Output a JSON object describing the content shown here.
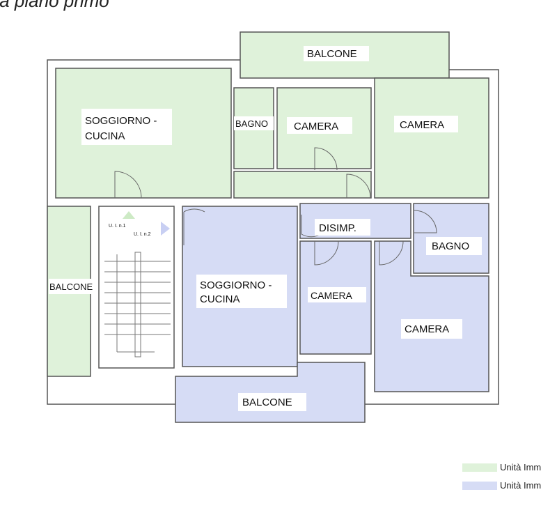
{
  "title": "ta piano primo",
  "colors": {
    "unit1": "#dff2da",
    "unit2": "#d6dcf5"
  },
  "rooms": {
    "balcone_top": "BALCONE",
    "soggiorno_g_1": "SOGGIORNO -",
    "soggiorno_g_2": "CUCINA",
    "bagno_g": "BAGNO",
    "camera_g1": "CAMERA",
    "camera_g2": "CAMERA",
    "balcone_left": "BALCONE",
    "soggiorno_b_1": "SOGGIORNO -",
    "soggiorno_b_2": "CUCINA",
    "disimp": "DISIMP.",
    "bagno_b": "BAGNO",
    "camera_b1": "CAMERA",
    "camera_b2": "CAMERA",
    "balcone_bottom": "BALCONE"
  },
  "stair": {
    "u1": "U. I. n.1",
    "u2": "U. I. n.2"
  },
  "legend": [
    {
      "label": "Unità Imm",
      "color": "#dff2da"
    },
    {
      "label": "Unità Imm",
      "color": "#d6dcf5"
    }
  ]
}
